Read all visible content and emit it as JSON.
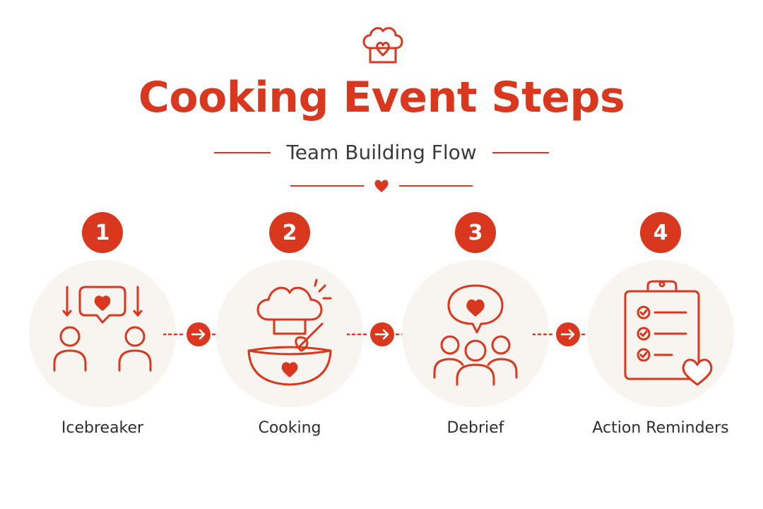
{
  "header": {
    "icon": "chef-hat-heart-icon",
    "title": "Cooking Event Steps",
    "subtitle": "Team Building Flow",
    "divider_icon": "heart-icon"
  },
  "steps": [
    {
      "number": "1",
      "label": "Icebreaker",
      "icon": "icebreaker-people-heart-icon"
    },
    {
      "number": "2",
      "label": "Cooking",
      "icon": "chef-hat-bowl-whisk-icon"
    },
    {
      "number": "3",
      "label": "Debrief",
      "icon": "group-heart-bubble-icon"
    },
    {
      "number": "4",
      "label": "Action Reminders",
      "icon": "clipboard-checklist-heart-icon"
    }
  ],
  "connectors": [
    "arrow-right-icon",
    "arrow-right-icon",
    "arrow-right-icon"
  ],
  "colors": {
    "accent": "#d9381e",
    "circle_bg": "#f8f4ef",
    "text": "#2f2f2f"
  }
}
